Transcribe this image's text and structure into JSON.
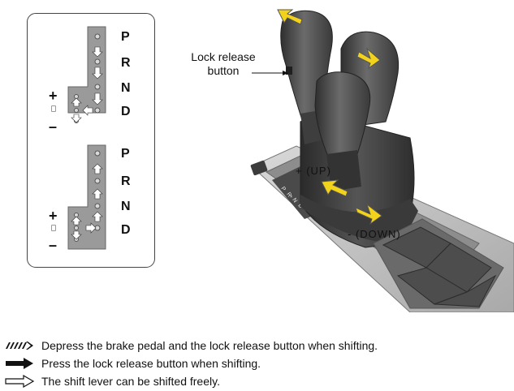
{
  "gear_panel": {
    "upper_gate": {
      "gears": [
        "P",
        "R",
        "N",
        "D"
      ],
      "plus": "+",
      "minus": "–"
    },
    "lower_gate": {
      "gears": [
        "P",
        "R",
        "N",
        "D"
      ],
      "plus": "+",
      "minus": "–"
    }
  },
  "diagram": {
    "callout": "Lock release button",
    "shift_up": "+ (UP)",
    "shift_down": "- (DOWN)",
    "console_gears": [
      "P",
      "R",
      "N",
      "D",
      "+"
    ]
  },
  "legend": [
    {
      "icon": "hatched-arrow-icon",
      "text": "Depress the brake pedal and the lock release button when shifting."
    },
    {
      "icon": "solid-arrow-icon",
      "text": "Press the lock release button when shifting."
    },
    {
      "icon": "outline-arrow-icon",
      "text": "The shift lever can be shifted freely."
    }
  ],
  "colors": {
    "yellow_arrow": "#f2d21b",
    "gate_fill": "#9a9a9a",
    "lever_dark": "#4a4a4a"
  }
}
